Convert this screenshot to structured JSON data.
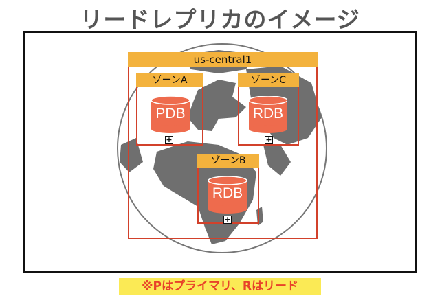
{
  "title": "リードレプリカのイメージ",
  "region": {
    "label": "us-central1"
  },
  "zones": [
    {
      "label": "ゾーンA",
      "db": "PDB"
    },
    {
      "label": "ゾーンC",
      "db": "RDB"
    },
    {
      "label": "ゾーンB",
      "db": "RDB"
    }
  ],
  "expand_symbol": "+",
  "note": "※Pはプライマリ、Rはリード",
  "colors": {
    "region_border": "#d2412b",
    "label_fill": "#f3b23d",
    "db_fill": "#ee6b4d",
    "note_fill": "#fbea55",
    "note_text": "#e8422a"
  }
}
